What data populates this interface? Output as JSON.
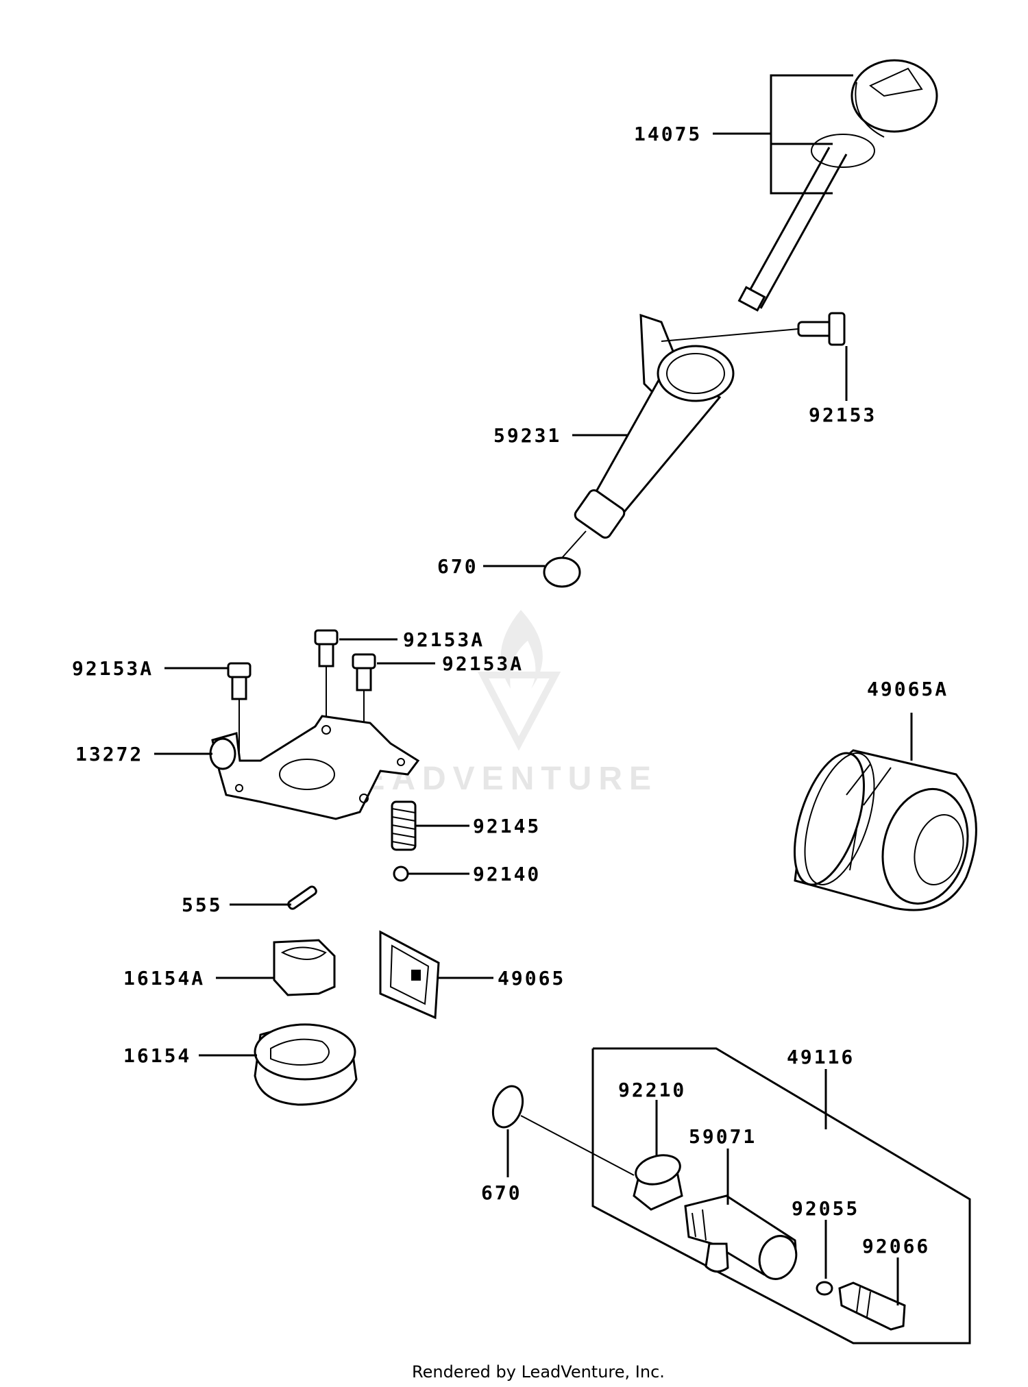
{
  "watermark": "LEADVENTURE",
  "footer": "Rendered by LeadVenture, Inc.",
  "callouts": {
    "p14075": "14075",
    "p92153": "92153",
    "p59231": "59231",
    "p670_top": "670",
    "p92153A_a": "92153A",
    "p92153A_b": "92153A",
    "p92153A_c": "92153A",
    "p13272": "13272",
    "p49065A": "49065A",
    "p92145": "92145",
    "p92140": "92140",
    "p555": "555",
    "p16154A": "16154A",
    "p49065": "49065",
    "p16154": "16154",
    "p49116": "49116",
    "p92210": "92210",
    "p59071": "59071",
    "p670_bottom": "670",
    "p92055": "92055",
    "p92066": "92066"
  }
}
